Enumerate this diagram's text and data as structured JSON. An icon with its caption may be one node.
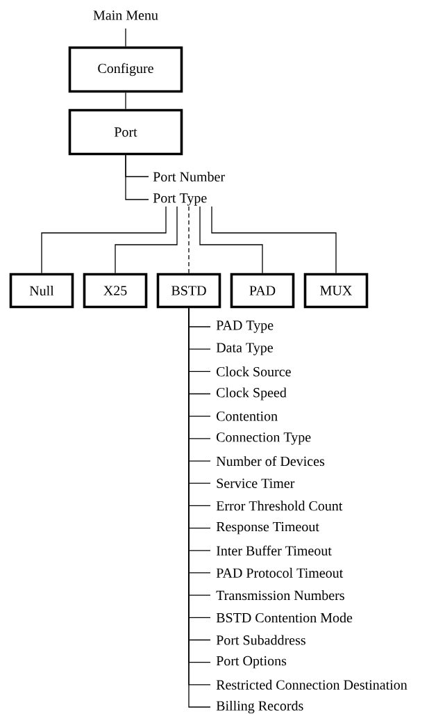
{
  "diagram": {
    "nodes": [
      {
        "text": [
          "Main Menu"
        ]
      },
      {
        "text": [
          "Configure"
        ]
      },
      {
        "text": [
          "Port"
        ]
      },
      {
        "text": [
          "Port Number"
        ]
      },
      {
        "text": [
          "Port Type"
        ]
      },
      {
        "text": [
          "Null"
        ]
      },
      {
        "text": [
          "X25"
        ]
      },
      {
        "text": [
          "BSTD"
        ]
      },
      {
        "text": [
          "PAD"
        ]
      },
      {
        "text": [
          "MUX"
        ]
      },
      {
        "text": [
          "PAD Type"
        ]
      },
      {
        "text": [
          "Data Type"
        ]
      },
      {
        "text": [
          "Clock Source"
        ]
      },
      {
        "text": [
          "Clock Speed"
        ]
      },
      {
        "text": [
          "Contention"
        ]
      },
      {
        "text": [
          "Connection Type"
        ]
      },
      {
        "text": [
          "Number of Devices"
        ]
      },
      {
        "text": [
          "Service Timer"
        ]
      },
      {
        "text": [
          "Error Threshold Count"
        ]
      },
      {
        "text": [
          "Response Timeout"
        ]
      },
      {
        "text": [
          "Inter Buffer Timeout"
        ]
      },
      {
        "text": [
          "PAD Protocol Timeout"
        ]
      },
      {
        "text": [
          "Transmission Numbers"
        ]
      },
      {
        "text": [
          "BSTD Contention Mode"
        ]
      },
      {
        "text": [
          "Port Subaddress"
        ]
      },
      {
        "text": [
          "Port Options"
        ]
      },
      {
        "text": [
          "Restricted Connection Destination"
        ]
      },
      {
        "text": [
          "Billing Records"
        ]
      }
    ],
    "edges": [
      {
        "from": 0,
        "to": 1,
        "arrow": "none"
      },
      {
        "from": 1,
        "to": 2,
        "arrow": "none"
      },
      {
        "from": 2,
        "to": 3,
        "arrow": "none"
      },
      {
        "from": 2,
        "to": 4,
        "arrow": "none"
      },
      {
        "from": 4,
        "to": 5,
        "arrow": "none"
      },
      {
        "from": 4,
        "to": 6,
        "arrow": "none"
      },
      {
        "from": 4,
        "to": 7,
        "arrow": "none",
        "style": "dashed"
      },
      {
        "from": 4,
        "to": 8,
        "arrow": "none"
      },
      {
        "from": 4,
        "to": 9,
        "arrow": "none"
      },
      {
        "from": 7,
        "to": 10,
        "arrow": "none"
      },
      {
        "from": 7,
        "to": 11,
        "arrow": "none"
      },
      {
        "from": 7,
        "to": 12,
        "arrow": "none"
      },
      {
        "from": 7,
        "to": 13,
        "arrow": "none"
      },
      {
        "from": 7,
        "to": 14,
        "arrow": "none"
      },
      {
        "from": 7,
        "to": 15,
        "arrow": "none"
      },
      {
        "from": 7,
        "to": 16,
        "arrow": "none"
      },
      {
        "from": 7,
        "to": 17,
        "arrow": "none"
      },
      {
        "from": 7,
        "to": 18,
        "arrow": "none"
      },
      {
        "from": 7,
        "to": 19,
        "arrow": "none"
      },
      {
        "from": 7,
        "to": 20,
        "arrow": "none"
      },
      {
        "from": 7,
        "to": 21,
        "arrow": "none"
      },
      {
        "from": 7,
        "to": 22,
        "arrow": "none"
      },
      {
        "from": 7,
        "to": 23,
        "arrow": "none"
      },
      {
        "from": 7,
        "to": 24,
        "arrow": "none"
      },
      {
        "from": 7,
        "to": 25,
        "arrow": "none"
      },
      {
        "from": 7,
        "to": 26,
        "arrow": "none"
      },
      {
        "from": 7,
        "to": 27,
        "arrow": "none"
      }
    ]
  }
}
